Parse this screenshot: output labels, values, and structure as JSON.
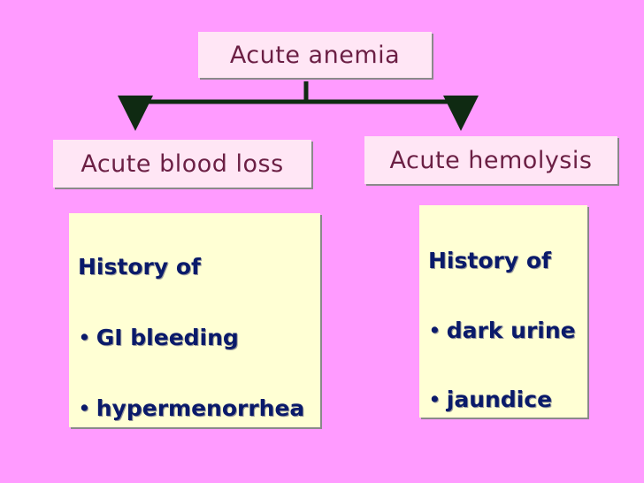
{
  "diagram": {
    "root": {
      "label": "Acute anemia"
    },
    "branches": [
      {
        "label": "Acute blood loss",
        "history_heading": "History of",
        "items": [
          "GI bleeding",
          "hypermenorrhea"
        ]
      },
      {
        "label": "Acute hemolysis",
        "history_heading": "History of",
        "items": [
          "dark urine",
          "jaundice"
        ]
      }
    ]
  },
  "colors": {
    "background": "#ff9bff",
    "title_box": "#ffe6f5",
    "title_text": "#6b1f44",
    "note_box": "#ffffd4",
    "note_text": "#0a1a6a",
    "connector": "#0f2a12"
  }
}
